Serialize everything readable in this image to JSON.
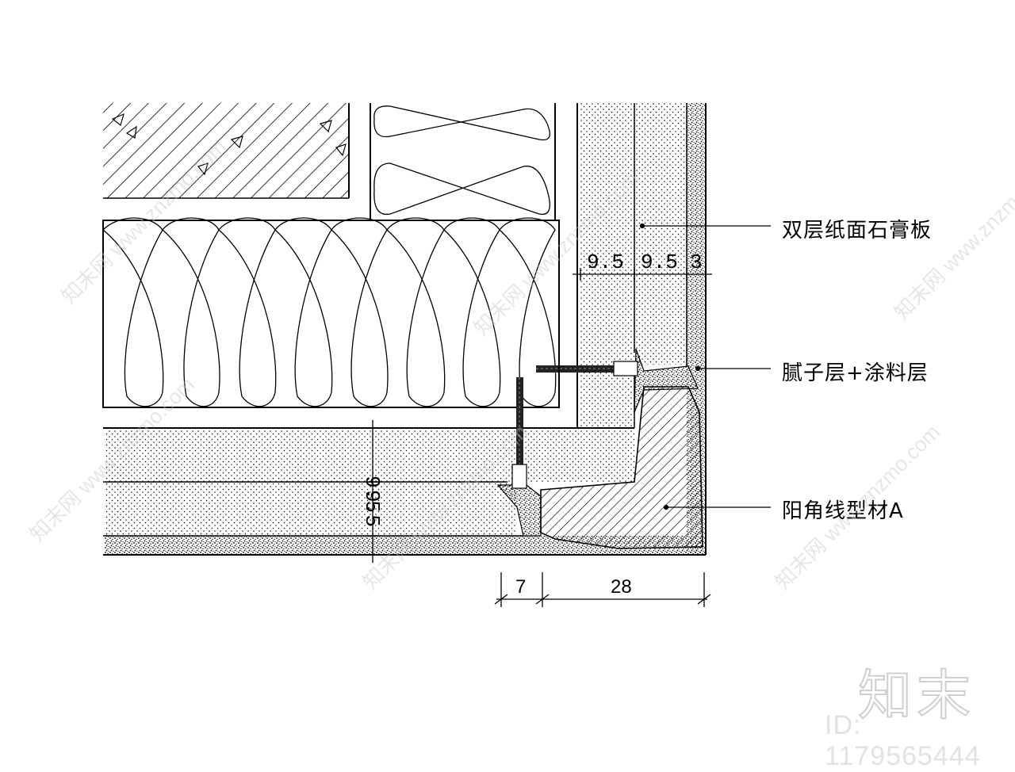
{
  "callouts": {
    "board": "双层纸面石膏板",
    "coating": "腻子层+涂料层",
    "profile": "阳角线型材A"
  },
  "dimensions": {
    "top_board_1": "9.5",
    "top_board_2": "9.5",
    "top_coat": "3",
    "left_board_1": "9.5",
    "left_board_2": "9.5",
    "bottom_a": "7",
    "bottom_b": "28"
  },
  "watermark": {
    "logo": "知末",
    "id": "ID: 1179565444",
    "diagonal": "知末网 www.znzmo.com"
  },
  "colors": {
    "line": "#000000",
    "watermark": "#d0d0d0"
  }
}
